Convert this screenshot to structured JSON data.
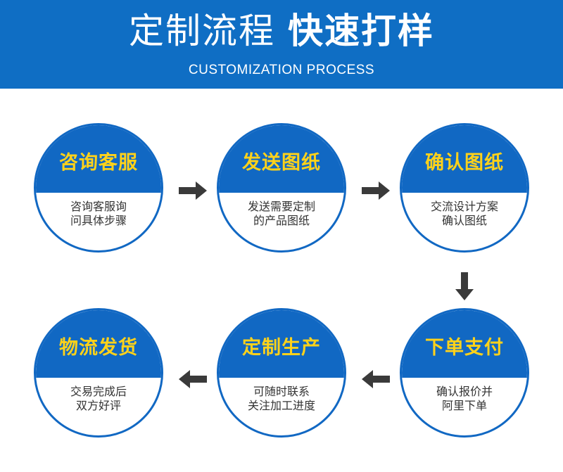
{
  "header": {
    "title_light": "定制流程",
    "title_bold": "快速打样",
    "subtitle": "CUSTOMIZATION PROCESS"
  },
  "steps": [
    {
      "title": "咨询客服",
      "desc_line1": "咨询客服询",
      "desc_line2": "问具体步骤"
    },
    {
      "title": "发送图纸",
      "desc_line1": "发送需要定制",
      "desc_line2": "的产品图纸"
    },
    {
      "title": "确认图纸",
      "desc_line1": "交流设计方案",
      "desc_line2": "确认图纸"
    },
    {
      "title": "下单支付",
      "desc_line1": "确认报价并",
      "desc_line2": "阿里下单"
    },
    {
      "title": "定制生产",
      "desc_line1": "可随时联系",
      "desc_line2": "关注加工进度"
    },
    {
      "title": "物流发货",
      "desc_line1": "交易完成后",
      "desc_line2": "双方好评"
    }
  ],
  "colors": {
    "banner": "#0f6ec4",
    "circle_blue": "#1168c3",
    "title_yellow": "#ffd21a",
    "arrow": "#3a3a3a"
  }
}
